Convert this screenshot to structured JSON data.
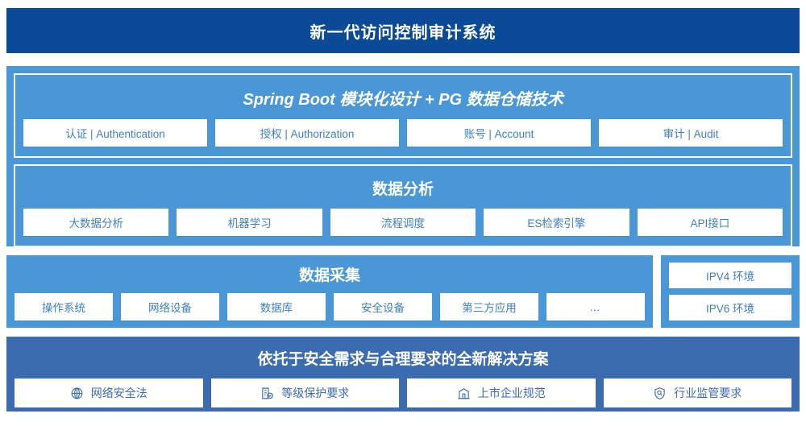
{
  "header": {
    "title": "新一代访问控制审计系统",
    "bg_color": "#0b4a96"
  },
  "colors": {
    "light_blue": "#4a97d8",
    "mid_blue": "#3b6cb0",
    "dark_navy": "#0b4a96",
    "chip_text": "#3f7fc1",
    "white": "#ffffff"
  },
  "application_layer": {
    "title": "Spring Boot 模块化设计 + PG 数据仓储技术",
    "items": [
      {
        "label": "认证 | Authentication"
      },
      {
        "label": "授权 | Authorization"
      },
      {
        "label": "账号 | Account"
      },
      {
        "label": "审计 | Audit"
      }
    ]
  },
  "analysis_layer": {
    "title": "数据分析",
    "items": [
      {
        "label": "大数据分析"
      },
      {
        "label": "机器学习"
      },
      {
        "label": "流程调度"
      },
      {
        "label": "ES检索引擎"
      },
      {
        "label": "API接口"
      }
    ]
  },
  "collection_layer": {
    "title": "数据采集",
    "items": [
      {
        "label": "操作系统"
      },
      {
        "label": "网络设备"
      },
      {
        "label": "数据库"
      },
      {
        "label": "安全设备"
      },
      {
        "label": "第三方应用"
      },
      {
        "label": "…"
      }
    ]
  },
  "environment_panel": {
    "items": [
      {
        "label": "IPV4 环境"
      },
      {
        "label": "IPV6 环境"
      }
    ]
  },
  "compliance_layer": {
    "title": "依托于安全需求与合理要求的全新解决方案",
    "items": [
      {
        "label": "网络安全法",
        "icon": "globe-icon"
      },
      {
        "label": "等级保护要求",
        "icon": "document-check-icon"
      },
      {
        "label": "上市企业规范",
        "icon": "building-icon"
      },
      {
        "label": "行业监管要求",
        "icon": "shield-search-icon"
      }
    ]
  }
}
